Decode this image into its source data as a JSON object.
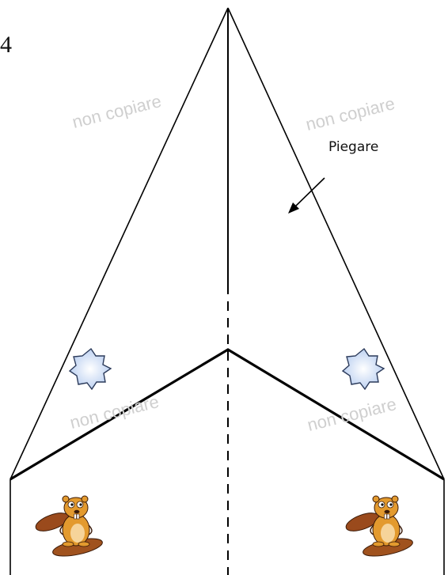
{
  "step": {
    "number": "4"
  },
  "instruction": {
    "label": "Piegare"
  },
  "watermark": {
    "text": "non copiare"
  },
  "icons": {
    "star": "eight-point-star-icon",
    "mascot": "beaver-cartoon-icon"
  },
  "colors": {
    "line": "#000000",
    "star_fill": "#cfe0f7",
    "star_stroke": "#2b3a5a",
    "beaver_body": "#e39a2e",
    "beaver_tail": "#9a4a1c",
    "watermark": "#cfcfcf"
  }
}
